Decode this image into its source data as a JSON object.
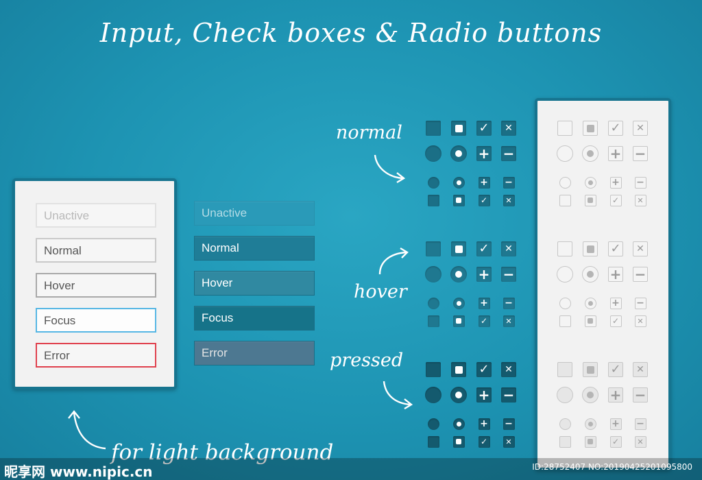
{
  "title": "Input, Check boxes & Radio buttons",
  "labels": {
    "normal": "normal",
    "hover": "hover",
    "pressed": "pressed",
    "light_bg": "for light background"
  },
  "inputs": {
    "unactive": "Unactive",
    "normal": "Normal",
    "hover": "Hover",
    "focus": "Focus",
    "error": "Error"
  },
  "colors": {
    "background": "#1f97b6",
    "dark_control": "#1b6f86",
    "light_panel": "#f2f2f2",
    "focus_border": "#55b6e4",
    "error_border": "#e0404d"
  },
  "control_rows": [
    "checkbox",
    "checkbox-filled",
    "checkbox-checked",
    "checkbox-x",
    "radio",
    "radio-filled",
    "plus-icon",
    "minus-icon"
  ],
  "watermark": {
    "logo": "昵享网 www.nipic.cn",
    "id": "ID:28752407 NO:20190425201095800"
  }
}
